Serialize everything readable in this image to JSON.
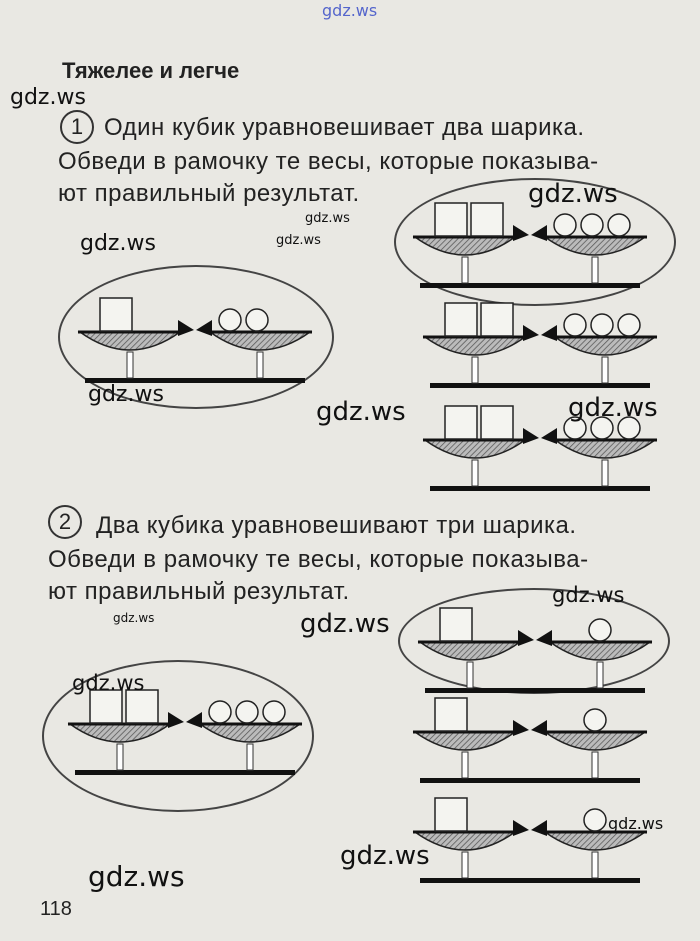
{
  "title": "Тяжелее и легче",
  "tasks": [
    {
      "number": "1",
      "lines": [
        "Один кубик уравновешивает два шарика.",
        "Обведи в рамочку те весы, которые показыва-",
        "ют правильный результат."
      ],
      "scales": [
        {
          "cubes": 1,
          "balls": 2,
          "circled": true
        },
        {
          "cubes": 2,
          "balls": 3,
          "circled": true
        },
        {
          "cubes": 2,
          "balls": 3,
          "circled": false
        },
        {
          "cubes": 2,
          "balls": 3,
          "circled": false
        }
      ]
    },
    {
      "number": "2",
      "lines": [
        "Два кубика уравновешивают три шарика.",
        "Обведи в рамочку те весы, которые показыва-",
        "ют правильный результат."
      ],
      "scales": [
        {
          "cubes": 1,
          "balls": 1,
          "circled": true
        },
        {
          "cubes": 2,
          "balls": 3,
          "circled": true
        },
        {
          "cubes": 1,
          "balls": 1,
          "circled": false
        },
        {
          "cubes": 1,
          "balls": 1,
          "circled": false
        }
      ]
    }
  ],
  "page_number": "118",
  "watermarks": [
    "gdz.ws",
    "gdz.ws",
    "gdz.ws",
    "gdz.ws",
    "gdz.ws",
    "gdz.ws",
    "gdz.ws",
    "gdz.ws",
    "gdz.ws",
    "gdz.ws",
    "gdz.ws",
    "gdz.ws",
    "gdz.ws",
    "gdz.ws",
    "gdz.ws"
  ]
}
